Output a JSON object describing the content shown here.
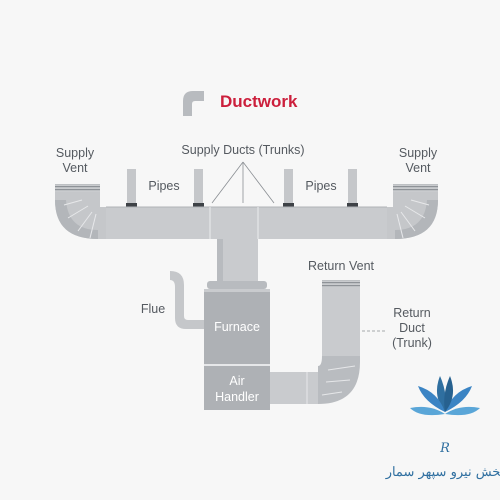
{
  "title": "Ductwork",
  "labels": {
    "supply_ducts": "Supply Ducts (Trunks)",
    "supply_vent_left": [
      "Supply",
      "Vent"
    ],
    "supply_vent_right": [
      "Supply",
      "Vent"
    ],
    "pipes_left": "Pipes",
    "pipes_right": "Pipes",
    "return_vent": "Return Vent",
    "flue": "Flue",
    "furnace": "Furnace",
    "air_handler": [
      "Air",
      "Handler"
    ],
    "return_duct": [
      "Return",
      "Duct",
      "(Trunk)"
    ]
  },
  "logo": {
    "monogram": "R",
    "tagline": "پخش نیرو سپهر سمار"
  },
  "colors": {
    "title": "#cc1f3c",
    "duct": "#c5c7ca",
    "duct_dark": "#aeb1b5",
    "pipe_cap": "#3e4247",
    "label": "#555a60",
    "logo_blue": "#2f6fa0"
  }
}
